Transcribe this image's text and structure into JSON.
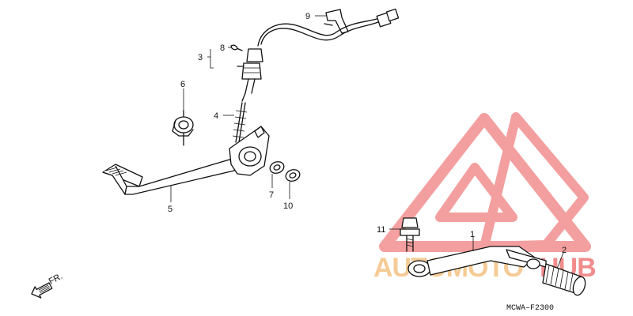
{
  "diagram": {
    "callouts": [
      {
        "id": "9",
        "label": "9"
      },
      {
        "id": "8",
        "label": "8"
      },
      {
        "id": "3",
        "label": "3"
      },
      {
        "id": "6",
        "label": "6"
      },
      {
        "id": "4",
        "label": "4"
      },
      {
        "id": "5",
        "label": "5"
      },
      {
        "id": "7",
        "label": "7"
      },
      {
        "id": "10",
        "label": "10"
      },
      {
        "id": "11",
        "label": "11"
      },
      {
        "id": "1",
        "label": "1"
      },
      {
        "id": "2",
        "label": "2"
      }
    ],
    "direction_label": "FR.",
    "figure_code": "MCWA–F2300"
  },
  "watermark": {
    "text_part1": "AUTOMOTO",
    "text_part2": "HUB",
    "color_primary": "#f08080",
    "color_secondary": "#f5c68a"
  }
}
